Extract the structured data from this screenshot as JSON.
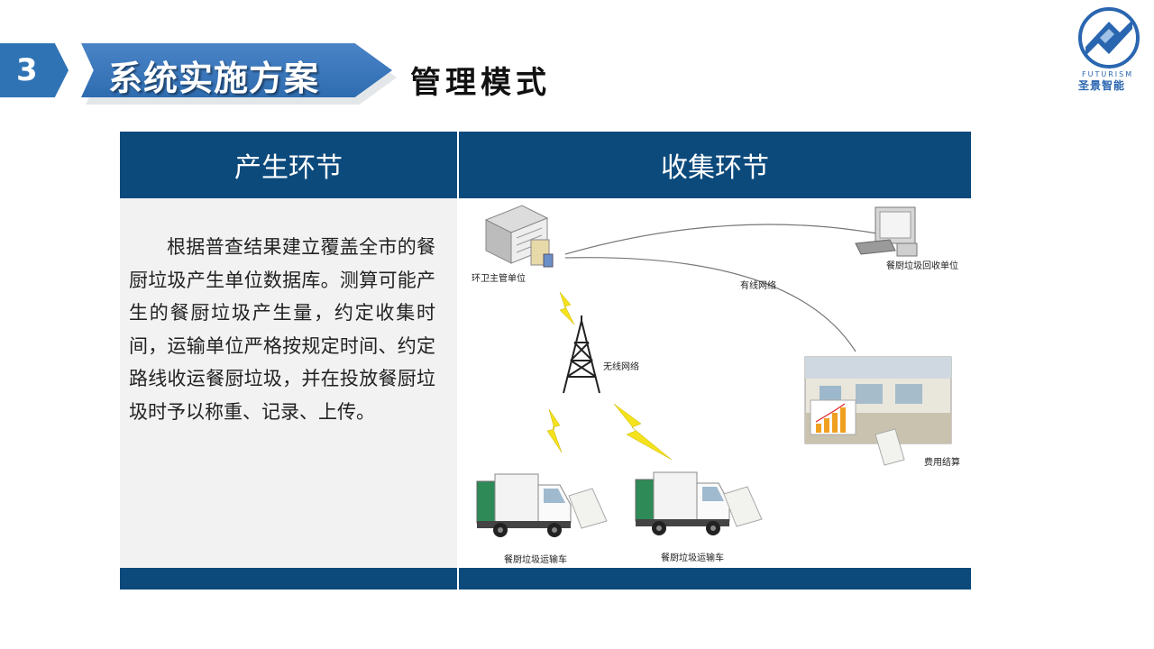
{
  "header": {
    "section_number": "3",
    "section_title": "系统实施方案",
    "subtitle": "管理模式"
  },
  "logo": {
    "english": "FUTURISM",
    "chinese": "圣景智能",
    "colors": {
      "primary": "#2a66b0"
    }
  },
  "table": {
    "headers": [
      "产生环节",
      "收集环节"
    ],
    "left_text": "根据普查结果建立覆盖全市的餐厨垃圾产生单位数据库。测算可能产生的餐厨垃圾产生量，约定收集时间，运输单位严格按规定时间、约定路线收运餐厨垃圾，并在投放餐厨垃圾时予以称重、记录、上传。"
  },
  "diagram": {
    "nodes": {
      "main_unit": "环卫主管单位",
      "recycle_unit": "餐厨垃圾回收单位",
      "wired_network": "有线网络",
      "wireless_network": "无线网络",
      "billing": "费用结算",
      "truck_1": "餐厨垃圾运输车",
      "truck_2": "餐厨垃圾运输车"
    },
    "icons": [
      "server-icon",
      "computer-icon",
      "tower-icon",
      "lightning-icon",
      "truck-icon",
      "rfid-reader-icon",
      "building-interior-icon"
    ]
  },
  "colors": {
    "header_bar": "#0c4a7c",
    "chevron_blue": "#2f73b5",
    "left_panel_bg": "#f2f2f2",
    "lightning": "#f4e21c"
  }
}
